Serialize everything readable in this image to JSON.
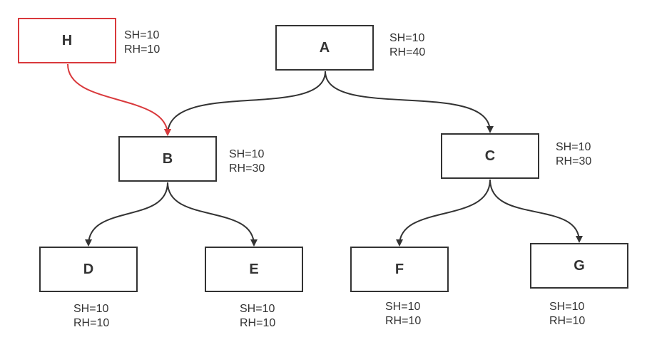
{
  "colors": {
    "node_border": "#333333",
    "highlight": "#d9393c",
    "text": "#333333"
  },
  "nodes": {
    "A": {
      "label": "A",
      "sh": "SH=10",
      "rh": "RH=40"
    },
    "B": {
      "label": "B",
      "sh": "SH=10",
      "rh": "RH=30"
    },
    "C": {
      "label": "C",
      "sh": "SH=10",
      "rh": "RH=30"
    },
    "D": {
      "label": "D",
      "sh": "SH=10",
      "rh": "RH=10"
    },
    "E": {
      "label": "E",
      "sh": "SH=10",
      "rh": "RH=10"
    },
    "F": {
      "label": "F",
      "sh": "SH=10",
      "rh": "RH=10"
    },
    "G": {
      "label": "G",
      "sh": "SH=10",
      "rh": "RH=10"
    },
    "H": {
      "label": "H",
      "sh": "SH=10",
      "rh": "RH=10",
      "highlighted": true
    }
  },
  "edges": [
    {
      "from": "A",
      "to": "B"
    },
    {
      "from": "A",
      "to": "C"
    },
    {
      "from": "B",
      "to": "D"
    },
    {
      "from": "B",
      "to": "E"
    },
    {
      "from": "C",
      "to": "F"
    },
    {
      "from": "C",
      "to": "G"
    },
    {
      "from": "H",
      "to": "B",
      "highlighted": true
    }
  ]
}
